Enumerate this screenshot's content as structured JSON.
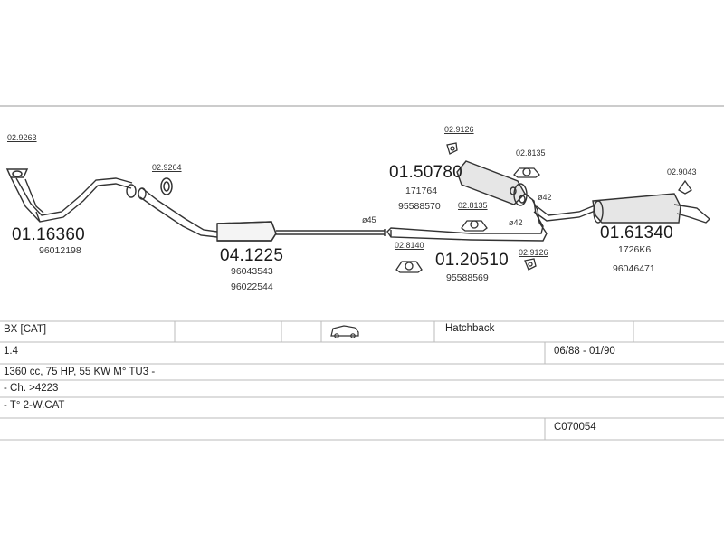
{
  "parts": {
    "clamp_front": "02.9263",
    "gasket_front": "02.9264",
    "front_pipe_code": "01.16360",
    "front_pipe_oe": "96012198",
    "cat_code": "04.1225",
    "cat_oe1": "96043543",
    "cat_oe2": "96022544",
    "diameter_45": "ø45",
    "mid_muffler_code": "01.50780",
    "mid_muffler_oe1": "171764",
    "mid_muffler_oe2": "95588570",
    "rubber_top": "02.9126",
    "rubber_mid_right": "02.8135",
    "rubber_mid_center": "02.8135",
    "rubber_lower_left": "02.8140",
    "diameter_42a": "ø42",
    "diameter_42b": "ø42",
    "pipe_code": "01.20510",
    "pipe_oe": "95588569",
    "rubber_lower_right": "02.9126",
    "clamp_rear": "02.9043",
    "rear_muffler_code": "01.61340",
    "rear_muffler_oe1": "1726K6",
    "rear_muffler_oe2": "96046471"
  },
  "table": {
    "model": "BX  [CAT]",
    "body": "Hatchback",
    "engine_l": "1.4",
    "years": "06/88 - 01/90",
    "engine_desc": "1360 cc, 75 HP, 55 KW M° TU3 -",
    "chassis": "- Ch. >4223",
    "type": "- T° 2-W.CAT",
    "code": "C070054"
  },
  "icons": {
    "car": "hatchback-car-icon"
  }
}
